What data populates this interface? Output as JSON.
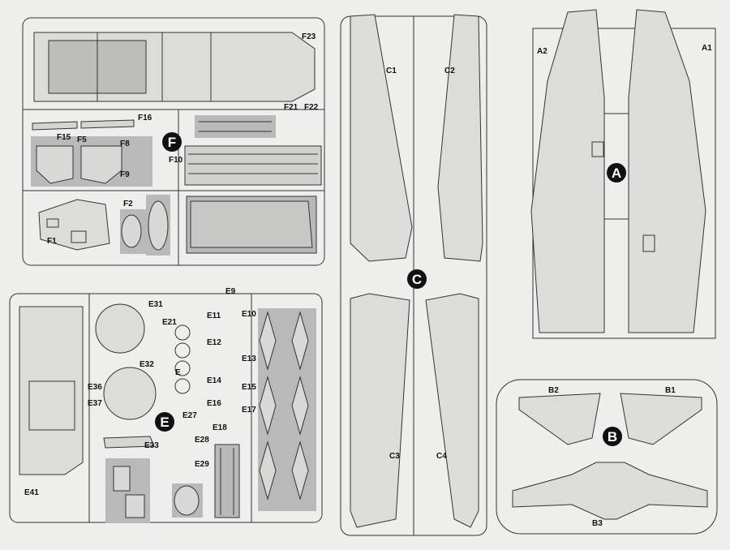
{
  "title": "",
  "sprues": [
    {
      "letter": "F",
      "parts": [
        "F1",
        "F2",
        "F5",
        "F8",
        "F9",
        "F10",
        "F15",
        "F16",
        "F21",
        "F22",
        "F23"
      ]
    },
    {
      "letter": "E",
      "parts": [
        "E9",
        "E10",
        "E11",
        "E12",
        "E13",
        "E14",
        "E15",
        "E16",
        "E17",
        "E18",
        "E21",
        "E27",
        "E28",
        "E29",
        "E31",
        "E32",
        "E33",
        "E36",
        "E37",
        "E41",
        "E"
      ]
    },
    {
      "letter": "C",
      "parts": [
        "C1",
        "C2",
        "C3",
        "C4"
      ]
    },
    {
      "letter": "A",
      "parts": [
        "A1",
        "A2"
      ]
    },
    {
      "letter": "B",
      "parts": [
        "B1",
        "B2",
        "B3"
      ]
    }
  ],
  "colors": {
    "background": "#eeeeec",
    "line": "#333333",
    "shade": "#b9b9b9",
    "badge": "#111111"
  }
}
